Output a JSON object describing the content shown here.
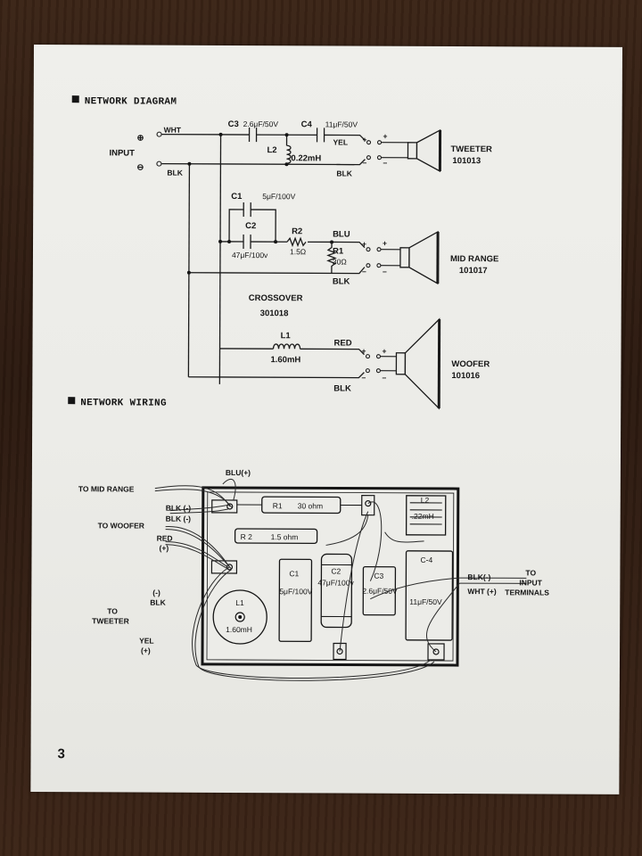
{
  "page_number": "3",
  "network_diagram": {
    "heading": "NETWORK DIAGRAM",
    "input_label": "INPUT",
    "input_plus": "⊕",
    "input_minus": "⊖",
    "wht": "WHT",
    "blk_input": "BLK",
    "c3_label": "C3",
    "c3_value": "2.6μF/50V",
    "c4_label": "C4",
    "c4_value": "11μF/50V",
    "l2_label": "L2",
    "l2_value": "0.22mH",
    "yel": "YEL",
    "blk_tweeter": "BLK",
    "tweeter_name": "TWEETER",
    "tweeter_part": "101013",
    "c1_label": "C1",
    "c1_value": "5μF/100V",
    "c2_label": "C2",
    "c2_value": "47μF/100v",
    "r2_label": "R2",
    "r2_value": "1.5Ω",
    "blu": "BLU",
    "r1_label": "R1",
    "r1_value": "30Ω",
    "blk_mid": "BLK",
    "mid_name": "MID RANGE",
    "mid_part": "101017",
    "crossover_label": "CROSSOVER",
    "crossover_part": "301018",
    "l1_label": "L1",
    "l1_value": "1.60mH",
    "red": "RED",
    "blk_woofer": "BLK",
    "woofer_name": "WOOFER",
    "woofer_part": "101016",
    "plus": "+",
    "minus": "−"
  },
  "network_wiring": {
    "heading": "NETWORK WIRING",
    "to_mid_range": "TO MID RANGE",
    "blu_plus": "BLU(+)",
    "blk_minus_1": "BLK (-)",
    "blk_minus_2": "BLK (-)",
    "to_woofer": "TO WOOFER",
    "red": "RED",
    "red_plus": "(+)",
    "tw_minus": "(-)",
    "tw_blk": "BLK",
    "to": "TO",
    "tweeter": "TWEETER",
    "yel": "YEL",
    "yel_plus": "(+)",
    "r1": "R1",
    "r1_value": "30 ohm",
    "r2": "R 2",
    "r2_value": "1.5 ohm",
    "l2": "L2",
    "l2_value": ".22mH",
    "c1": "C1",
    "c1_value": "5μF/100V",
    "c2": "C2",
    "c2_value": "47μF/100v",
    "c3": "C3",
    "c3_value": "2.6μF/50V",
    "c4": "C-4",
    "c4_value": "11μF/50V",
    "l1": "L1",
    "l1_value": "1.60mH",
    "blk_in": "BLK(-)",
    "wht_in": "WHT (+)",
    "to_input_1": "TO",
    "to_input_2": "INPUT",
    "to_input_3": "TERMINALS"
  }
}
